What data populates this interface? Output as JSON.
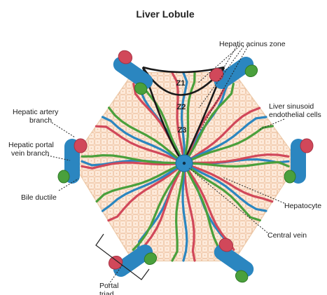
{
  "title": "Liver Lobule",
  "labels": {
    "hepatic_acinus_zone": "Hepatic acinus zone",
    "z1": "Z1",
    "z2": "Z2",
    "z3": "Z3",
    "hepatic_artery_branch": [
      "Hepatic artery",
      "branch"
    ],
    "hepatic_portal_vein_branch": [
      "Hepatic portal",
      "vein branch"
    ],
    "bile_ductile": "Bile ductile",
    "liver_sinusoid": [
      "Liver sinusoid",
      "endothelial cells"
    ],
    "hepatocyte": "Hepatocyte",
    "central_vein": "Central vein",
    "portal": [
      "Portal",
      "triad"
    ]
  },
  "colors": {
    "lobule_fill": "#fbe3cf",
    "cell_stroke": "#eec3a4",
    "portal_vein": "#2b86c0",
    "hepatic_artery": "#d1485a",
    "bile_duct": "#4aa03c",
    "zone_line": "#1a1a1a"
  }
}
